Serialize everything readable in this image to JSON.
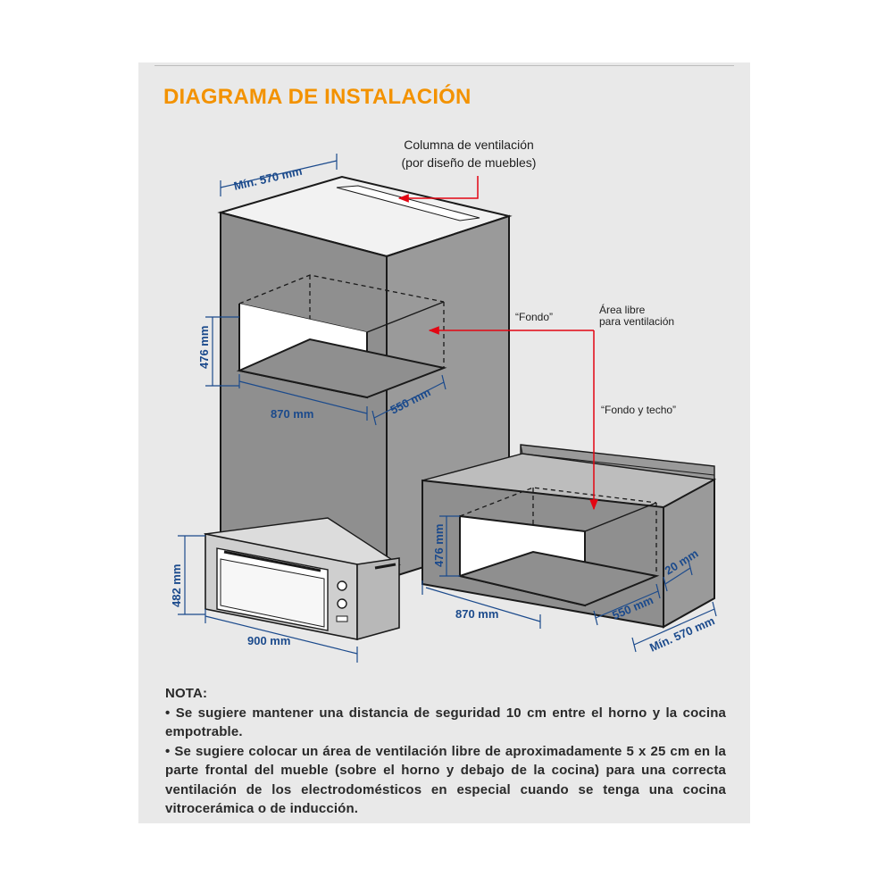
{
  "title": "DIAGRAMA DE INSTALACIÓN",
  "labels": {
    "ventilation_column_line1": "Columna de ventilación",
    "ventilation_column_line2": "(por diseño de muebles)",
    "fondo": "“Fondo”",
    "free_area_line1": "Área libre",
    "free_area_line2": "para ventilación",
    "fondo_y_techo": "“Fondo y techo”"
  },
  "dimensions": {
    "column_min_width": "Mín. 570 mm",
    "column_cavity_height": "476 mm",
    "column_cavity_width": "870 mm",
    "column_cavity_depth": "550 mm",
    "oven_height": "482 mm",
    "oven_width": "900 mm",
    "cabinet_cavity_height": "476 mm",
    "cabinet_cavity_width": "870 mm",
    "cabinet_cavity_depth": "550 mm",
    "cabinet_gap": "20 mm",
    "cabinet_min_width": "Mín. 570 mm"
  },
  "notes": {
    "heading": "NOTA:",
    "items": [
      "• Se sugiere mantener una distancia de seguridad 10 cm entre el horno y la cocina empotrable.",
      "• Se sugiere colocar un área de ventilación libre de aproximadamente 5 x 25 cm en la parte frontal del mueble (sobre el horno y debajo de la cocina) para una correcta ventilación de los electrodomésticos en especial cuando se tenga una cocina vitrocerámica o de inducción."
    ]
  },
  "colors": {
    "title": "#f39200",
    "dimension": "#1b4a8c",
    "arrow": "#e30613",
    "cabinet": "#8f8f8f",
    "background": "#e9e9e9"
  }
}
